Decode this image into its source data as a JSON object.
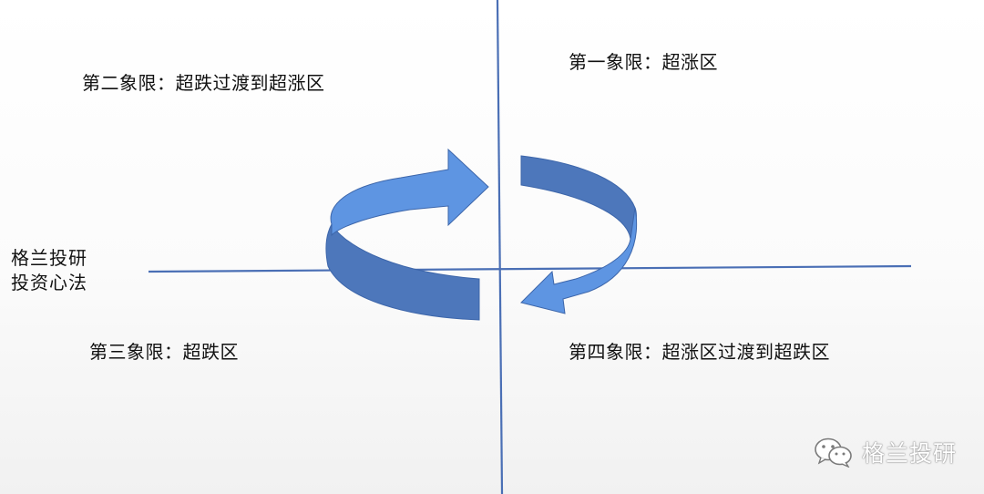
{
  "quadrants": {
    "q2": "第二象限：超跌过渡到超涨区",
    "q1": "第一象限：超涨区",
    "q3": "第三象限：超跌区",
    "q4": "第四象限：超涨区过渡到超跌区"
  },
  "side_caption": {
    "line1": "格兰投研",
    "line2": "投资心法"
  },
  "watermark": {
    "icon": "wechat-icon",
    "text": "格兰投研"
  },
  "colors": {
    "axis": "#4a6fb5",
    "arrow_front": "#5e95e2",
    "arrow_back": "#4d77bb",
    "arrow_edge": "#3d66aa"
  }
}
